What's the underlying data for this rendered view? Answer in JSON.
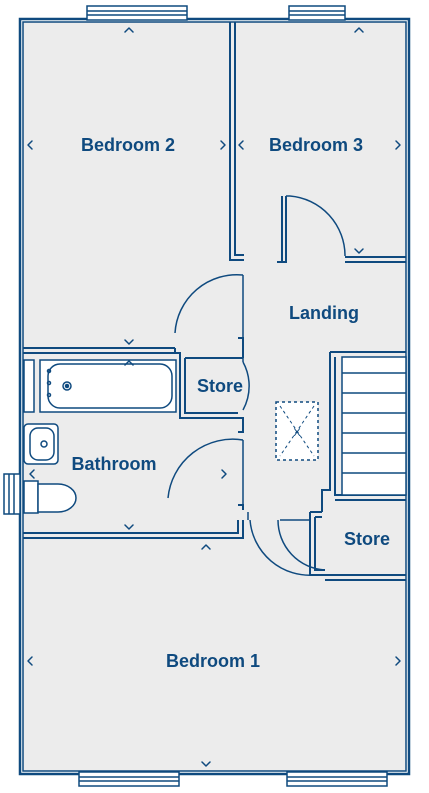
{
  "colors": {
    "wall": "#0f4a7f",
    "floor": "#ececec",
    "background": "#ffffff"
  },
  "rooms": {
    "bedroom1": "Bedroom 1",
    "bedroom2": "Bedroom 2",
    "bedroom3": "Bedroom 3",
    "landing": "Landing",
    "bathroom": "Bathroom",
    "store_mid": "Store",
    "store_right": "Store"
  },
  "marks": {
    "loft_hatch": "X"
  }
}
